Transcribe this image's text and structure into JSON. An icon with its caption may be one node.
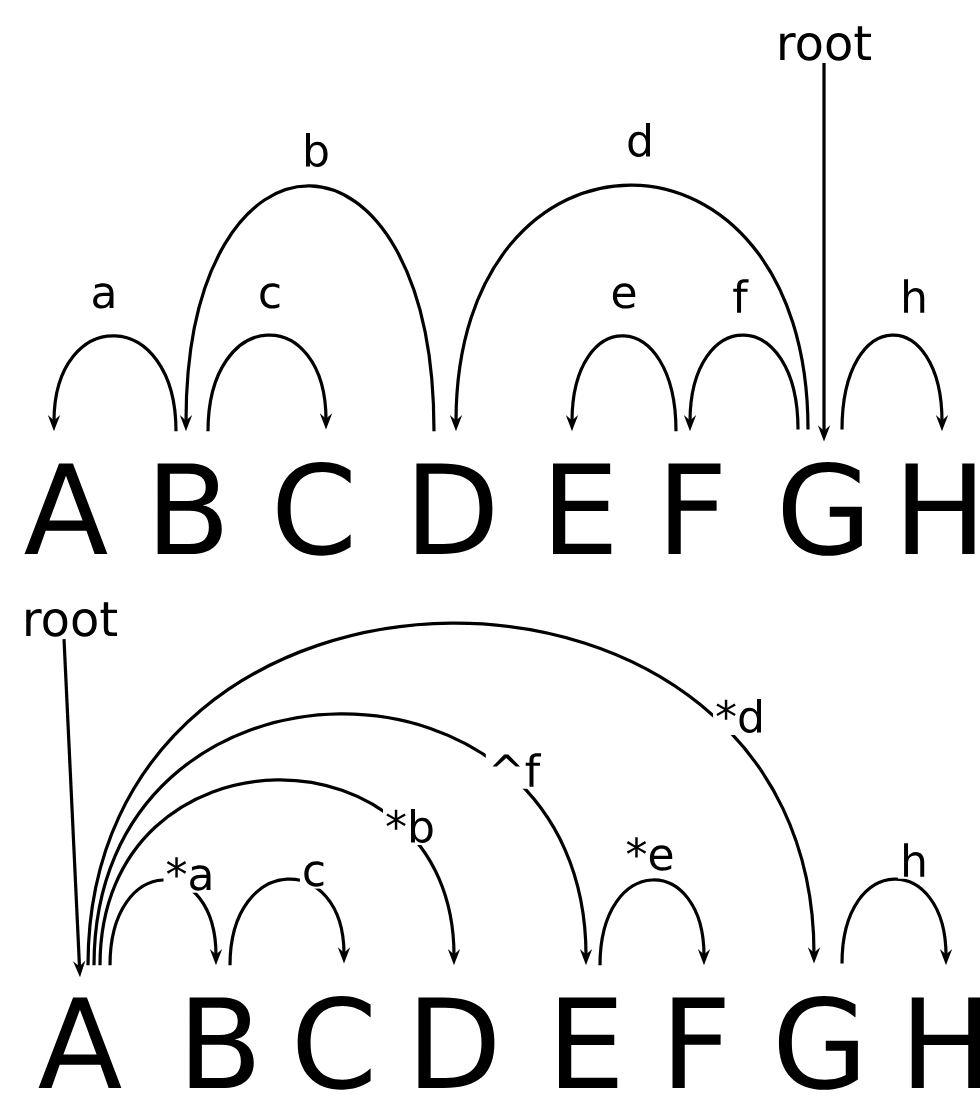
{
  "diagram": {
    "nodes": [
      {
        "text": [
          "root"
        ]
      },
      {
        "text": [
          "A"
        ]
      },
      {
        "text": [
          "B"
        ]
      },
      {
        "text": [
          "C"
        ]
      },
      {
        "text": [
          "D"
        ]
      },
      {
        "text": [
          "E"
        ]
      },
      {
        "text": [
          "F"
        ]
      },
      {
        "text": [
          "G"
        ]
      },
      {
        "text": [
          "H"
        ]
      },
      {
        "text": [
          "root"
        ]
      },
      {
        "text": [
          "A"
        ]
      },
      {
        "text": [
          "B"
        ]
      },
      {
        "text": [
          "C"
        ]
      },
      {
        "text": [
          "D"
        ]
      },
      {
        "text": [
          "E"
        ]
      },
      {
        "text": [
          "F"
        ]
      },
      {
        "text": [
          "G"
        ]
      },
      {
        "text": [
          "H"
        ]
      }
    ],
    "edges": [
      {
        "from": 0,
        "to": 7,
        "arrow": "to"
      },
      {
        "from": 2,
        "to": 1,
        "arrow": "to",
        "label": "a"
      },
      {
        "from": 4,
        "to": 2,
        "arrow": "to",
        "label": "b"
      },
      {
        "from": 2,
        "to": 3,
        "arrow": "to",
        "label": "c"
      },
      {
        "from": 7,
        "to": 4,
        "arrow": "to",
        "label": "d"
      },
      {
        "from": 6,
        "to": 5,
        "arrow": "to",
        "label": "e"
      },
      {
        "from": 7,
        "to": 6,
        "arrow": "to",
        "label": "f"
      },
      {
        "from": 7,
        "to": 8,
        "arrow": "to",
        "label": "h"
      },
      {
        "from": 9,
        "to": 10,
        "arrow": "to"
      },
      {
        "from": 10,
        "to": 11,
        "arrow": "to",
        "label": "*a"
      },
      {
        "from": 11,
        "to": 12,
        "arrow": "to",
        "label": "c"
      },
      {
        "from": 10,
        "to": 13,
        "arrow": "to",
        "label": "*b"
      },
      {
        "from": 10,
        "to": 14,
        "arrow": "to",
        "label": "^f"
      },
      {
        "from": 14,
        "to": 15,
        "arrow": "to",
        "label": "*e"
      },
      {
        "from": 10,
        "to": 16,
        "arrow": "to",
        "label": "*d"
      },
      {
        "from": 16,
        "to": 17,
        "arrow": "to",
        "label": "h"
      }
    ]
  }
}
